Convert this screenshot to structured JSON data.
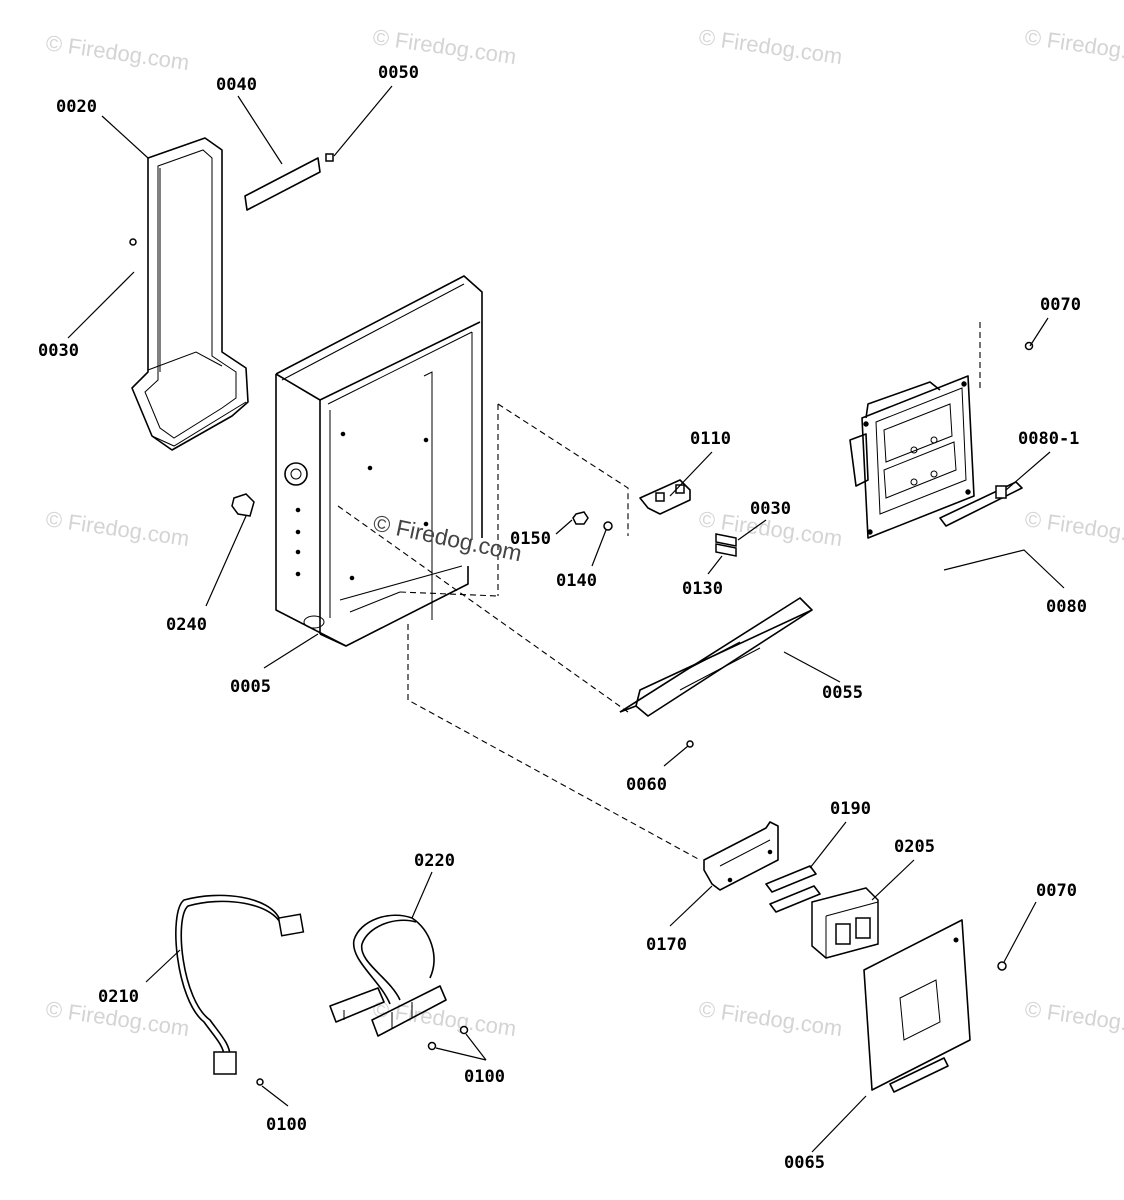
{
  "watermark": {
    "text": "© Firedog.com",
    "center_text": "© Firedog.com"
  },
  "callouts": {
    "p0020": "0020",
    "p0040": "0040",
    "p0050": "0050",
    "p0030a": "0030",
    "p0240": "0240",
    "p0005": "0005",
    "p0110": "0110",
    "p0150": "0150",
    "p0030b": "0030",
    "p0140": "0140",
    "p0130": "0130",
    "p0070a": "0070",
    "p0080_1": "0080-1",
    "p0080": "0080",
    "p0055": "0055",
    "p0060": "0060",
    "p0190": "0190",
    "p0205": "0205",
    "p0220": "0220",
    "p0070b": "0070",
    "p0170": "0170",
    "p0210": "0210",
    "p0100a": "0100",
    "p0100b": "0100",
    "p0065": "0065"
  }
}
